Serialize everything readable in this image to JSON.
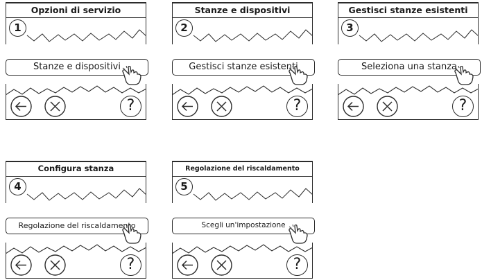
{
  "panels": [
    {
      "title": "Opzioni di servizio",
      "step": "1",
      "button": "Stanze e dispositivi"
    },
    {
      "title": "Stanze e dispositivi",
      "step": "2",
      "button": "Gestisci stanze esistenti"
    },
    {
      "title": "Gestisci stanze esistenti",
      "step": "3",
      "button": "Seleziona una stanza"
    },
    {
      "title": "Configura stanza",
      "step": "4",
      "button": "Regolazione del riscaldamento"
    },
    {
      "title": "Regolazione del riscaldamento",
      "step": "5",
      "button": "Scegli un'impostazione"
    }
  ],
  "footer": {
    "help_glyph": "?"
  },
  "icons": {
    "back": "back-arrow-icon",
    "cancel": "cancel-x-icon",
    "help": "help-question-icon",
    "pointer": "hand-pointer-icon"
  }
}
